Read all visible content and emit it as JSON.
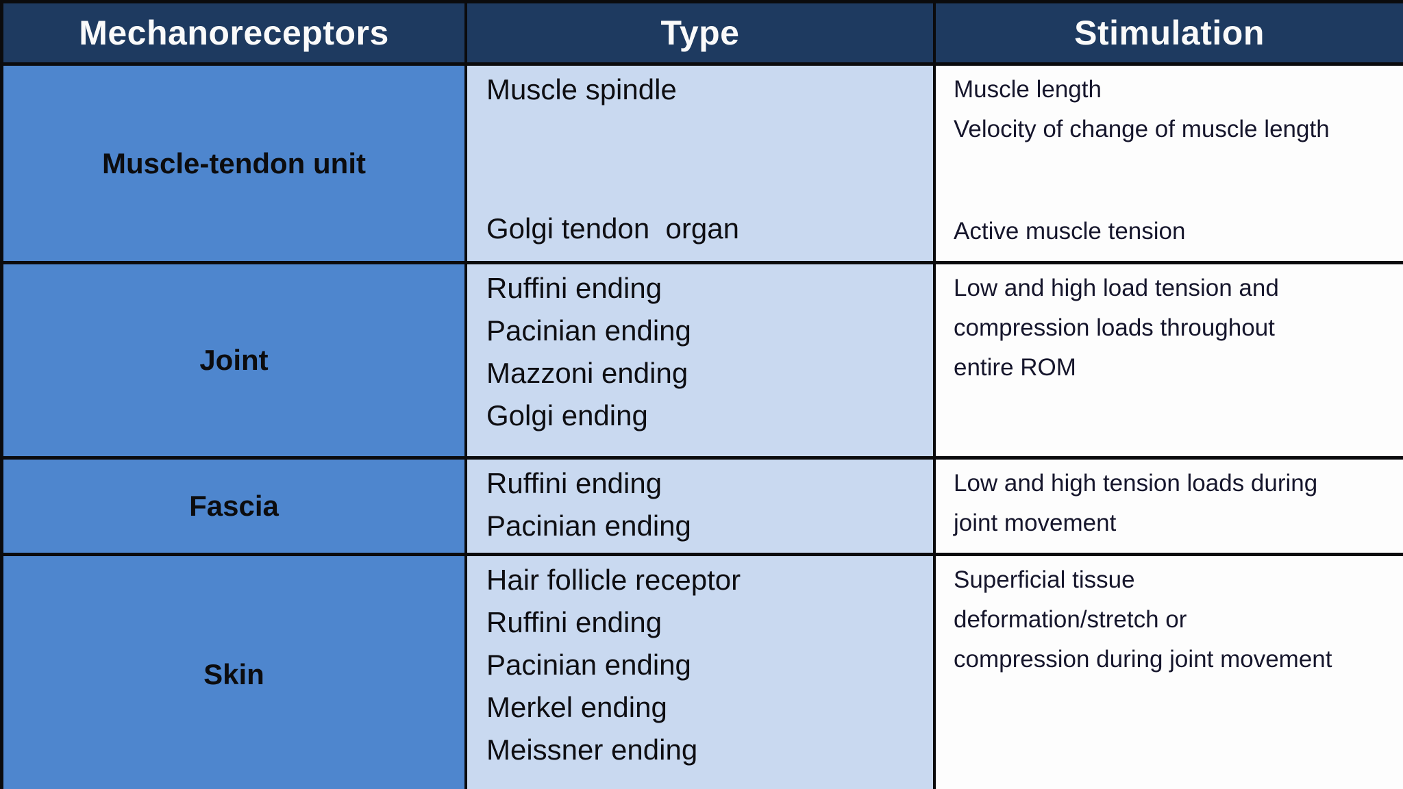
{
  "colors": {
    "header_bg": "#1e3a60",
    "header_text": "#fafafa",
    "receptor_col_bg": "#4e86ce",
    "type_col_bg": "#c9d9f0",
    "stimulation_col_bg": "#fdfdfd",
    "border": "#0b0b0d",
    "body_text": "#0e0e12"
  },
  "table": {
    "headers": {
      "mechanoreceptors": "Mechanoreceptors",
      "type": "Type",
      "stimulation": "Stimulation"
    },
    "rows": [
      {
        "name": "Muscle-tendon unit",
        "type_top": [
          "Muscle spindle"
        ],
        "type_bottom": [
          "Golgi tendon  organ"
        ],
        "stim_top": [
          "Muscle length",
          "Velocity of change of muscle length"
        ],
        "stim_bottom": [
          "Active muscle tension"
        ]
      },
      {
        "name": "Joint",
        "type_top": [
          "Ruffini ending",
          "Pacinian ending",
          "Mazzoni ending",
          "Golgi ending"
        ],
        "stim_top": [
          "Low and high load tension and",
          "compression loads throughout",
          "entire ROM"
        ]
      },
      {
        "name": "Fascia",
        "type_top": [
          "Ruffini ending",
          "Pacinian ending"
        ],
        "stim_top": [
          "Low and high tension loads during",
          "joint movement"
        ]
      },
      {
        "name": "Skin",
        "type_top": [
          "Hair follicle receptor",
          "Ruffini ending",
          "Pacinian ending",
          "Merkel ending",
          "Meissner ending"
        ],
        "stim_top": [
          "Superficial tissue",
          "deformation/stretch or",
          "compression during joint movement"
        ]
      }
    ]
  },
  "chart_data": {
    "type": "table",
    "title": "Mechanoreceptors",
    "columns": [
      "Mechanoreceptors",
      "Type",
      "Stimulation"
    ],
    "rows": [
      [
        "Muscle-tendon unit",
        "Muscle spindle; Golgi tendon organ",
        "Muscle length; Velocity of change of muscle length; Active muscle tension"
      ],
      [
        "Joint",
        "Ruffini ending; Pacinian ending; Mazzoni ending; Golgi ending",
        "Low and high load tension and compression loads throughout entire ROM"
      ],
      [
        "Fascia",
        "Ruffini ending; Pacinian ending",
        "Low and high tension loads during joint movement"
      ],
      [
        "Skin",
        "Hair follicle receptor; Ruffini ending; Pacinian ending; Merkel ending; Meissner ending",
        "Superficial tissue deformation/stretch or compression during joint movement"
      ]
    ],
    "layout_hints": {
      "header_style": "dark navy, white bold text",
      "bottom_row_cut_off": true
    }
  }
}
